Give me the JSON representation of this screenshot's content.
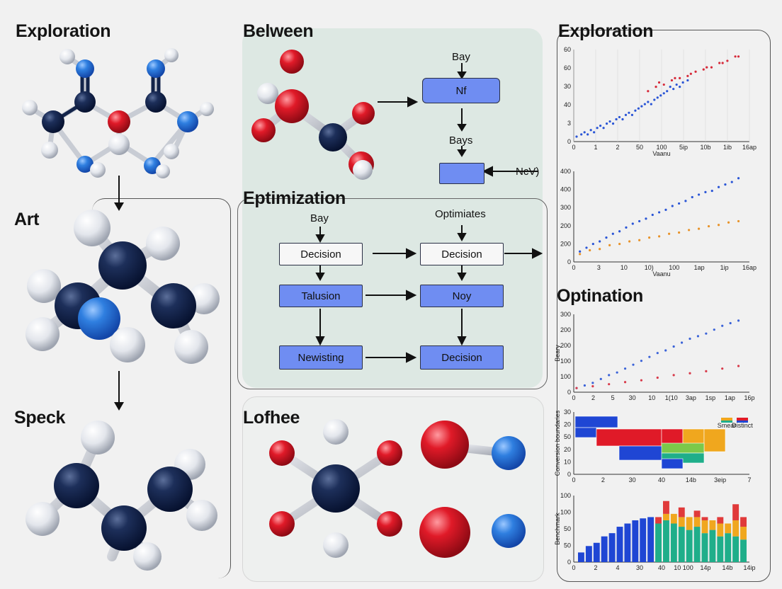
{
  "titles": {
    "exploration_left": "Exploration",
    "art": "Art",
    "speck": "Speck",
    "belween": "Belween",
    "eptimization": "Eptimization",
    "lofhee": "Lofhee",
    "exploration_right": "Exploration",
    "optination": "Optination"
  },
  "flow_top": {
    "bay_label": "Bay",
    "nf_node": "Nf",
    "bays_label": "Bays",
    "ncv_label": "NcV)"
  },
  "flow_main": {
    "bay_label": "Bay",
    "optimiates_label": "Optimiates",
    "decision_1": "Decision",
    "decision_2": "Decision",
    "talusion": "Talusion",
    "noy": "Noy",
    "newisting": "Newisting",
    "decision_3": "Decision"
  },
  "colors": {
    "navy_atom": "#13244a",
    "blue_atom": "#2f7fe0",
    "red_atom": "#e01a28",
    "white_atom": "#e6e8ee",
    "node_blue": "#6f8df2",
    "panel_mint": "#dde8e3"
  },
  "chart_data": [
    {
      "type": "scatter",
      "x_ticks": [
        "0",
        "1",
        "2",
        "50",
        "100",
        "5ip",
        "10b",
        "1ib",
        "16ap"
      ],
      "y_ticks": [
        "60",
        "60",
        "30",
        "40",
        "3",
        "0"
      ],
      "xlabel": "Vaanu",
      "series": [
        {
          "color": "#2a55d6",
          "x": [
            0.0,
            0.3,
            0.5,
            0.7,
            0.9,
            1.1,
            1.3,
            1.5,
            1.7,
            1.9,
            2.1,
            2.3,
            2.5,
            2.7,
            2.9,
            3.1,
            3.3,
            3.5,
            3.7,
            3.9,
            4.1,
            4.3,
            4.5,
            4.7,
            4.9,
            5.1,
            5.3,
            5.5,
            5.7,
            5.9,
            6.1,
            6.3,
            6.5,
            6.7,
            7.0
          ],
          "y": [
            1,
            2,
            3,
            2,
            4,
            3,
            5,
            6,
            5,
            7,
            8,
            7,
            9,
            10,
            9,
            11,
            12,
            11,
            13,
            14,
            15,
            16,
            17,
            16,
            18,
            19,
            20,
            21,
            22,
            24,
            23,
            25,
            24,
            26,
            27
          ]
        },
        {
          "color": "#d62a3a",
          "x": [
            4.5,
            5,
            5.5,
            6,
            6.5,
            7,
            7.5,
            8,
            8.5,
            9,
            9.5,
            10,
            5.2,
            6.2,
            7.2,
            8.2,
            9.2,
            10.2
          ],
          "y": [
            22,
            24,
            25,
            27,
            28,
            29,
            31,
            32,
            33,
            35,
            36,
            38,
            26,
            28,
            30,
            33,
            35,
            38
          ]
        }
      ]
    },
    {
      "type": "scatter",
      "x_ticks": [
        "0",
        "3",
        "10",
        "10)",
        "100",
        "1ap",
        "1ip",
        "16ap"
      ],
      "y_ticks": [
        "400",
        "400",
        "300",
        "200",
        "200",
        "0"
      ],
      "xlabel": "Vaanu",
      "series": [
        {
          "color": "#2a55d6",
          "x": [
            0.2,
            0.6,
            1,
            1.4,
            1.8,
            2.2,
            2.6,
            3,
            3.4,
            3.8,
            4.2,
            4.6,
            5,
            5.4,
            5.8,
            6.2,
            6.6,
            7,
            7.4,
            7.8,
            8.2,
            8.6,
            9,
            9.4,
            9.8
          ],
          "y": [
            30,
            45,
            60,
            70,
            85,
            100,
            110,
            125,
            140,
            150,
            160,
            175,
            185,
            195,
            210,
            220,
            230,
            245,
            255,
            265,
            270,
            285,
            295,
            305,
            320
          ]
        },
        {
          "color": "#e8932a",
          "x": [
            0.2,
            0.8,
            1.4,
            2,
            2.6,
            3.2,
            3.8,
            4.4,
            5,
            5.6,
            6.2,
            6.8,
            7.4,
            8,
            8.6,
            9.2,
            9.8
          ],
          "y": [
            20,
            35,
            40,
            55,
            60,
            70,
            75,
            85,
            90,
            100,
            105,
            115,
            120,
            130,
            135,
            145,
            150
          ]
        }
      ]
    },
    {
      "type": "scatter",
      "x_ticks": [
        "0",
        "2",
        "5",
        "30",
        "10",
        "1(10",
        "3ap",
        "1sp",
        "1ap",
        "16p"
      ],
      "y_ticks": [
        "300",
        "200",
        "200",
        "100",
        "100",
        "0"
      ],
      "ylabel": "Beary",
      "series": [
        {
          "color": "#3b63d8",
          "x": [
            0,
            0.5,
            1,
            1.5,
            2,
            2.5,
            3,
            3.5,
            4,
            4.5,
            5,
            5.5,
            6,
            6.5,
            7,
            7.5,
            8,
            8.5,
            9,
            9.5,
            10
          ],
          "y": [
            5,
            15,
            25,
            40,
            55,
            65,
            80,
            95,
            110,
            125,
            140,
            150,
            165,
            180,
            195,
            205,
            215,
            230,
            245,
            255,
            265
          ]
        },
        {
          "color": "#d83a4a",
          "x": [
            0,
            1,
            2,
            3,
            4,
            5,
            6,
            7,
            8,
            9,
            10
          ],
          "y": [
            5,
            12,
            20,
            28,
            35,
            45,
            55,
            62,
            70,
            80,
            90
          ]
        }
      ]
    },
    {
      "type": "heatmap",
      "x_ticks": [
        "0",
        "2",
        "30",
        "40",
        "14b",
        "3eip",
        "7"
      ],
      "y_ticks": [
        "30",
        "20",
        "50",
        "20",
        "10",
        "0"
      ],
      "ylabel": "Conversion boundaries",
      "legend": [
        "Smear",
        "Distinct"
      ]
    },
    {
      "type": "bar",
      "x_ticks": [
        "0",
        "2",
        "4",
        "30",
        "40",
        "10 100",
        "14p",
        "14b",
        "14ip"
      ],
      "y_ticks": [
        "100",
        "100",
        "50",
        "50",
        "0"
      ],
      "ylabel": "Benchmark",
      "series": [
        {
          "name": "",
          "color": "#1f46d4",
          "values": [
            15,
            25,
            30,
            40,
            45,
            55,
            60,
            65,
            68,
            70,
            0,
            0,
            0,
            0,
            0,
            0,
            0,
            0,
            0,
            0,
            0,
            0
          ]
        },
        {
          "name": "",
          "color": "#1fae8a",
          "values": [
            0,
            0,
            0,
            0,
            0,
            0,
            0,
            0,
            0,
            0,
            60,
            65,
            60,
            55,
            50,
            55,
            45,
            50,
            40,
            45,
            40,
            35
          ]
        },
        {
          "name": "",
          "color": "#f0a71e",
          "values": [
            0,
            0,
            0,
            0,
            0,
            0,
            0,
            0,
            0,
            0,
            0,
            10,
            15,
            15,
            20,
            15,
            20,
            15,
            20,
            15,
            25,
            20
          ]
        },
        {
          "name": "",
          "color": "#e03a3a",
          "values": [
            0,
            0,
            0,
            0,
            0,
            0,
            0,
            0,
            0,
            0,
            10,
            20,
            0,
            15,
            0,
            10,
            5,
            0,
            10,
            0,
            25,
            15
          ]
        }
      ]
    }
  ]
}
